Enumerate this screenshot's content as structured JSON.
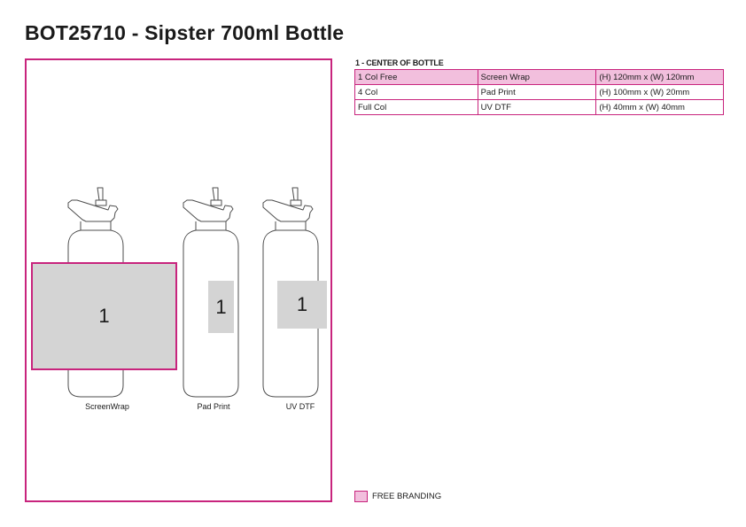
{
  "title": "BOT25710 - Sipster 700ml Bottle",
  "bottles": [
    {
      "label": "ScreenWrap",
      "area_number": "1"
    },
    {
      "label": "Pad Print",
      "area_number": "1"
    },
    {
      "label": "UV DTF",
      "area_number": "1"
    }
  ],
  "spec": {
    "section_title": "1 - CENTER OF BOTTLE",
    "rows": [
      {
        "colour": "1 Col Free",
        "method": "Screen Wrap",
        "size": "(H) 120mm x (W) 120mm",
        "free": true
      },
      {
        "colour": "4 Col",
        "method": "Pad Print",
        "size": "(H) 100mm x (W) 20mm",
        "free": false
      },
      {
        "colour": "Full Col",
        "method": "UV DTF",
        "size": "(H) 40mm x (W) 40mm",
        "free": false
      }
    ]
  },
  "legend": {
    "label": "FREE BRANDING"
  },
  "colors": {
    "accent": "#c8247d",
    "free_fill": "#f2bfdd",
    "print_area": "#d4d4d4"
  }
}
